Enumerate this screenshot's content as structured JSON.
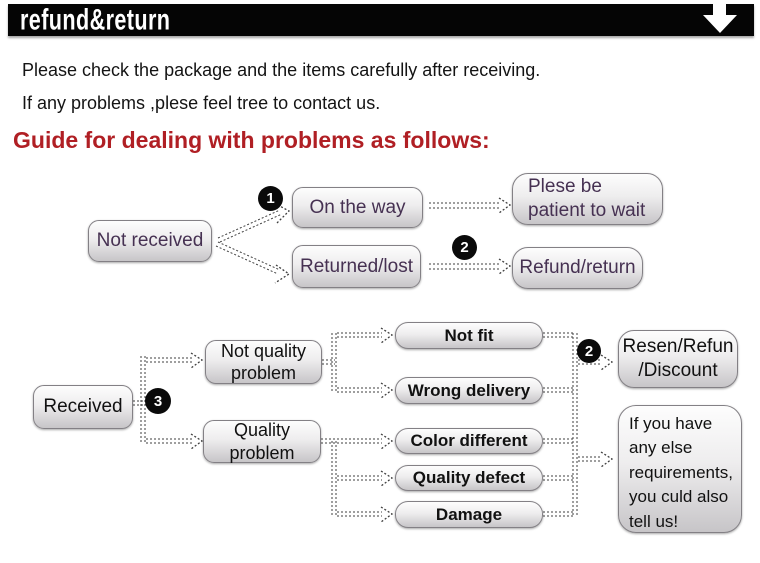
{
  "banner": {
    "title": "refund&return"
  },
  "intro": {
    "line1": "Please check the package and the items carefully after receiving.",
    "line2": "If any problems ,plese feel tree to contact us."
  },
  "heading": "Guide for dealing with problems as follows:",
  "colors": {
    "banner_bg": "#050505",
    "heading_red": "#b01f24",
    "flow1_text": "#463152",
    "flow2_text": "#111111",
    "box_border": "#838085"
  },
  "flow1": {
    "nodes": {
      "not_received": "Not received",
      "on_the_way": "On the way",
      "returned_lost": "Returned/lost",
      "patient": "Plese be\npatient to wait",
      "refund_return": "Refund/return"
    },
    "badges": {
      "b1": "1",
      "b2": "2"
    }
  },
  "flow2": {
    "nodes": {
      "received": "Received",
      "not_quality": "Not quality\nproblem",
      "quality": "Quality\nproblem",
      "not_fit": "Not fit",
      "wrong_delivery": "Wrong delivery",
      "color_different": "Color different",
      "quality_defect": "Quality defect",
      "damage": "Damage",
      "resen": "Resen/Refun\n/Discount",
      "more": "If you have\nany else\nrequirements,\nyou culd also\ntell us!"
    },
    "badges": {
      "b3": "3",
      "b2": "2"
    }
  }
}
